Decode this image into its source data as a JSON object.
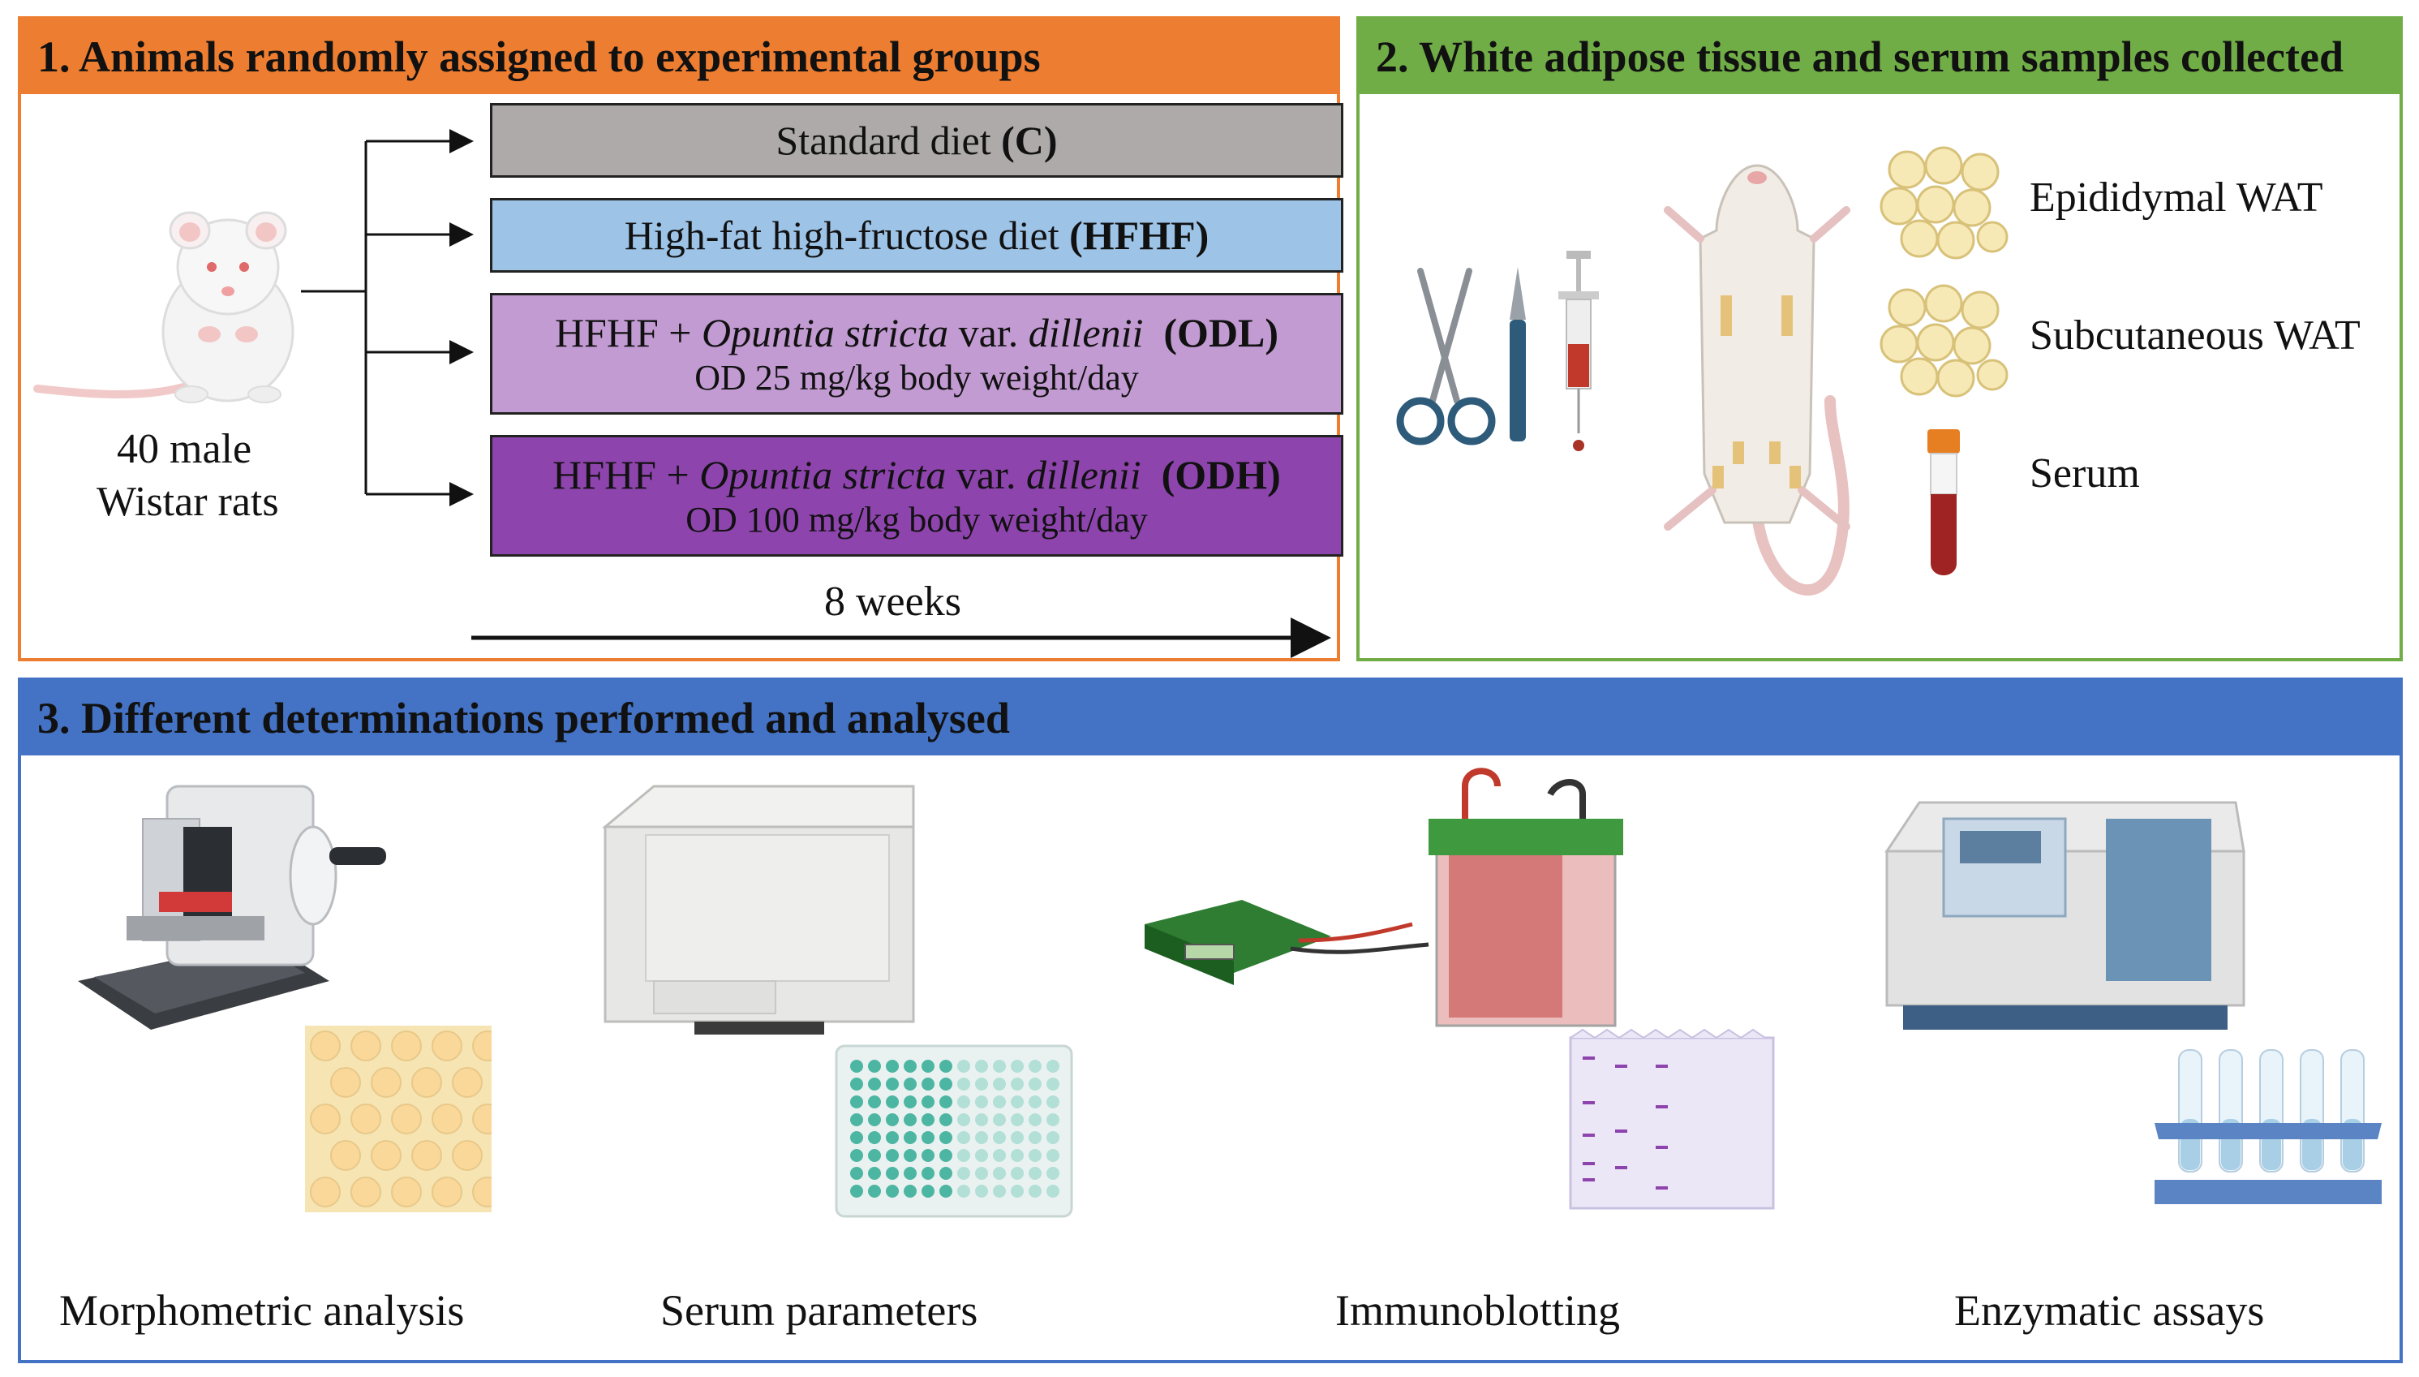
{
  "panel1": {
    "title": "1. Animals randomly assigned to experimental groups",
    "animal_line1": "40 male",
    "animal_line2": "Wistar rats",
    "groups": [
      {
        "label": "Standard diet ",
        "abbr": "(C)"
      },
      {
        "label": "High-fat high-fructose diet ",
        "abbr": "(HFHF)"
      },
      {
        "prefix": "HFHF + ",
        "species": "Opuntia stricta",
        "mid": " var. ",
        "variety": "dillenii",
        "abbr": "(ODL)",
        "dose": "OD 25 mg/kg body weight/day"
      },
      {
        "prefix": "HFHF + ",
        "species": "Opuntia stricta",
        "mid": " var. ",
        "variety": "dillenii",
        "abbr": "(ODH)",
        "dose": "OD 100 mg/kg body weight/day"
      }
    ],
    "duration": "8 weeks",
    "colors": {
      "header": "#ED7D31",
      "border": "#ED7D31",
      "c": "#AEAAAA",
      "hfhf": "#9DC3E6",
      "odl": "#C39BD3",
      "odh": "#8E44AD"
    }
  },
  "panel2": {
    "title": "2. White adipose tissue and serum samples collected",
    "samples": [
      "Epididymal WAT",
      "Subcutaneous WAT",
      "Serum"
    ],
    "colors": {
      "header": "#70AD47",
      "border": "#70AD47"
    }
  },
  "panel3": {
    "title": "3. Different determinations performed and analysed",
    "methods": [
      "Morphometric analysis",
      "Serum parameters",
      "Immunoblotting",
      "Enzymatic assays"
    ],
    "colors": {
      "header": "#4472C4",
      "border": "#4472C4"
    }
  },
  "icons": [
    "rat-icon",
    "scissors-icon",
    "scalpel-icon",
    "syringe-icon",
    "rat-dissection-icon",
    "fat-cells-icon",
    "blood-tube-icon",
    "microtome-icon",
    "adipocyte-grid-icon",
    "plate-reader-icon",
    "well-plate-icon",
    "electrophoresis-icon",
    "blot-membrane-icon",
    "spectrophotometer-icon",
    "test-tubes-icon"
  ]
}
